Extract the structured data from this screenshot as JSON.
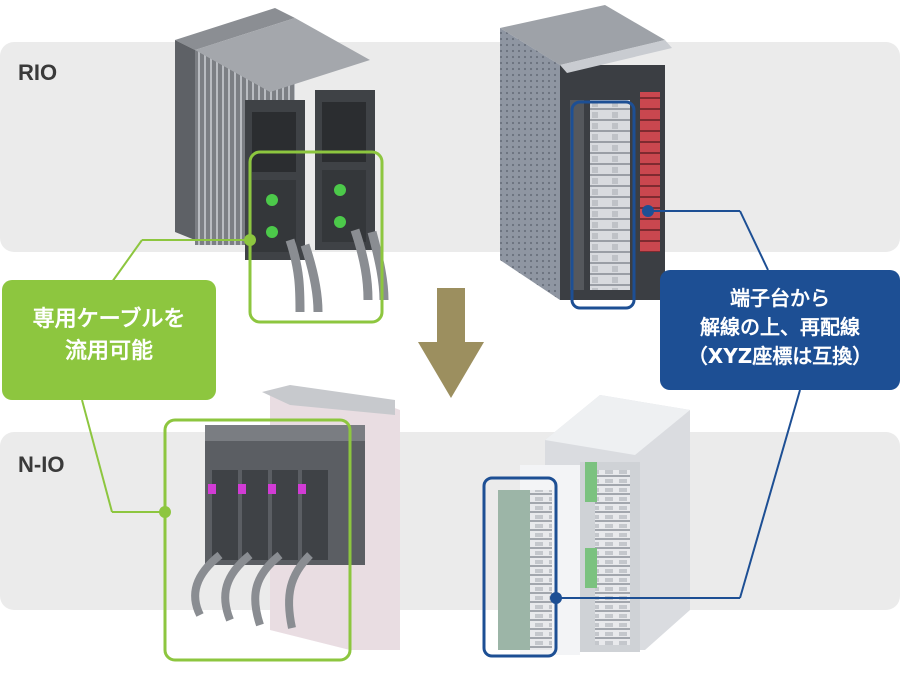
{
  "rows": {
    "top_label": "RIO",
    "bottom_label": "N-IO"
  },
  "callouts": {
    "green": {
      "line1": "専用ケーブルを",
      "line2": "流用可能",
      "color": "#8dc63f"
    },
    "blue": {
      "line1": "端子台から",
      "line2": "解線の上、再配線",
      "line3": "（XYZ座標は互換）",
      "color": "#1d4f94"
    }
  },
  "arrow": {
    "direction": "down",
    "color": "#9c8f5f"
  }
}
